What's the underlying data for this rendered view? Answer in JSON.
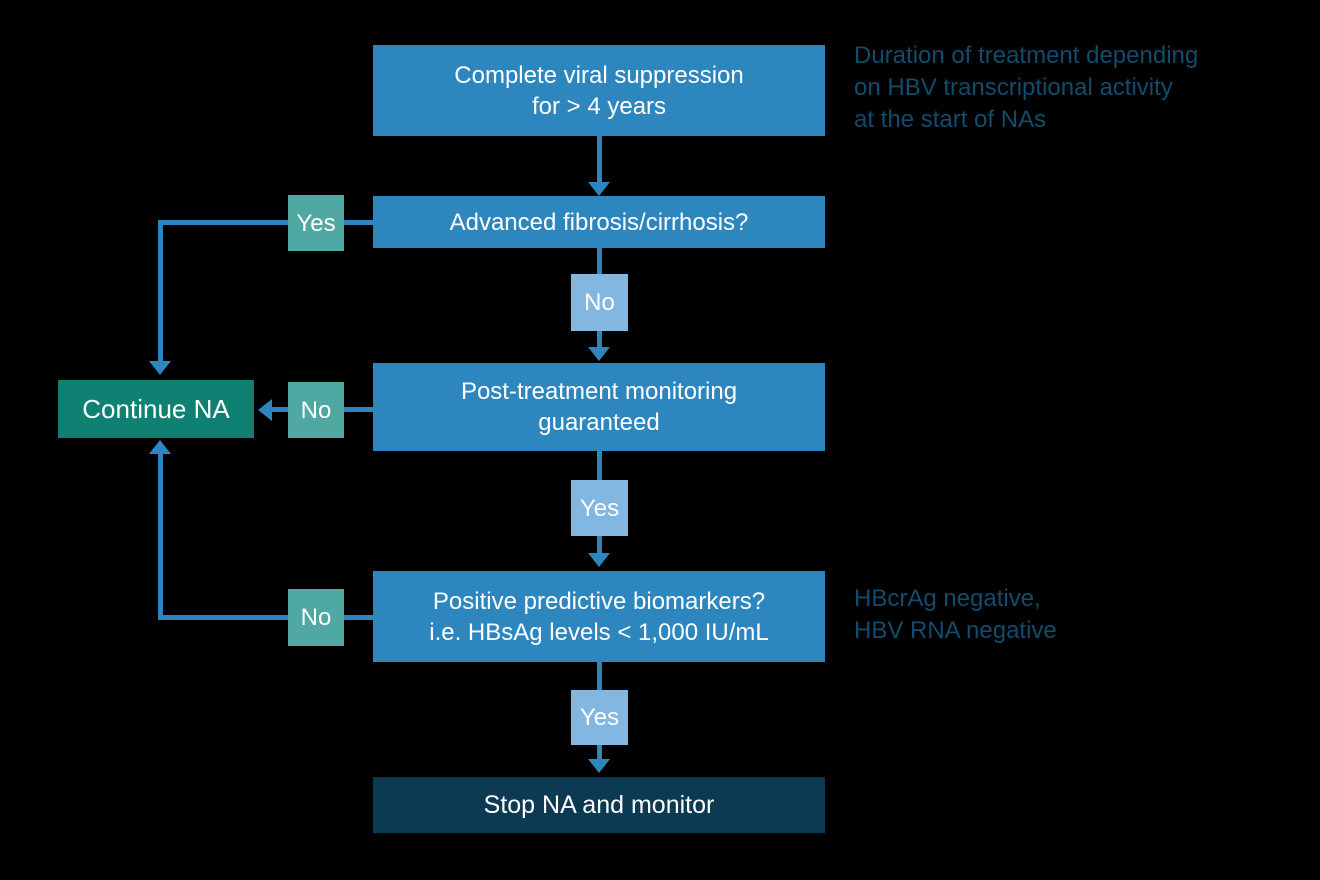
{
  "colors": {
    "background": "#000000",
    "box_blue": "#2E86BE",
    "box_light_blue": "#82B7E2",
    "box_teal": "#4FA8A1",
    "box_dark_teal": "#0E8173",
    "box_navy": "#0B3A52",
    "line_blue": "#2E86BE",
    "box_text": "#FFFFFF",
    "annotation_text": "#124C6D"
  },
  "nodes": {
    "start": "Complete viral suppression\nfor > 4 years",
    "fibrosis": "Advanced fibrosis/cirrhosis?",
    "monitoring": "Post-treatment monitoring\nguaranteed",
    "biomarkers": "Positive predictive biomarkers?\ni.e. HBsAg levels < 1,000 IU/mL",
    "continue_na": "Continue NA",
    "stop_na": "Stop NA and monitor"
  },
  "branch_labels": {
    "fibrosis_yes": "Yes",
    "fibrosis_no": "No",
    "monitoring_no": "No",
    "monitoring_yes": "Yes",
    "biomarkers_no": "No",
    "biomarkers_yes": "Yes"
  },
  "annotations": {
    "treatment_duration": "Duration of treatment depending\non HBV transcriptional activity\nat the start of NAs",
    "biomarker_detail": "HBcrAg negative,\nHBV RNA negative"
  }
}
